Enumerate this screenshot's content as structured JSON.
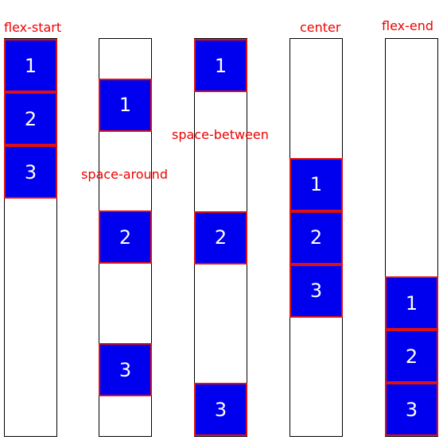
{
  "colors": {
    "item_fill": "#0000ee",
    "item_border": "#e01010",
    "label_text": "#ee0000",
    "container_border": "#000000"
  },
  "columns": [
    {
      "label": "flex-start",
      "items": [
        "1",
        "2",
        "3"
      ]
    },
    {
      "label": "space-around",
      "items": [
        "1",
        "2",
        "3"
      ]
    },
    {
      "label": "space-between",
      "items": [
        "1",
        "2",
        "3"
      ]
    },
    {
      "label": "center",
      "items": [
        "1",
        "2",
        "3"
      ]
    },
    {
      "label": "flex-end",
      "items": [
        "1",
        "2",
        "3"
      ]
    }
  ]
}
